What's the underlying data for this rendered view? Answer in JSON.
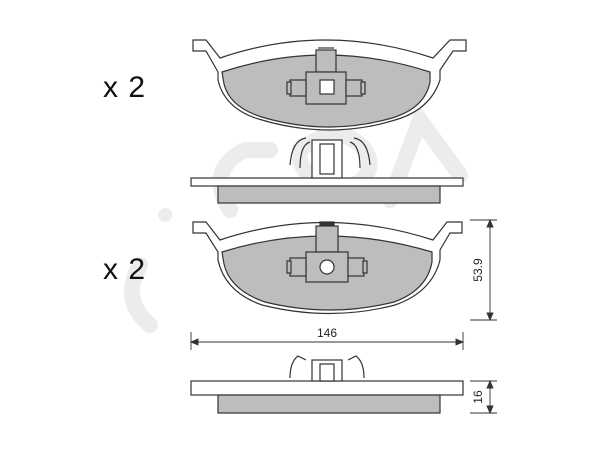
{
  "quantity_top": "x 2",
  "quantity_bottom": "x 2",
  "dimensions": {
    "width": "146",
    "height": "53.9",
    "thickness": "16"
  },
  "watermark": "cifam",
  "colors": {
    "pad_fill": "#bdbdbd",
    "outline": "#333333",
    "watermark": "#ececec"
  }
}
